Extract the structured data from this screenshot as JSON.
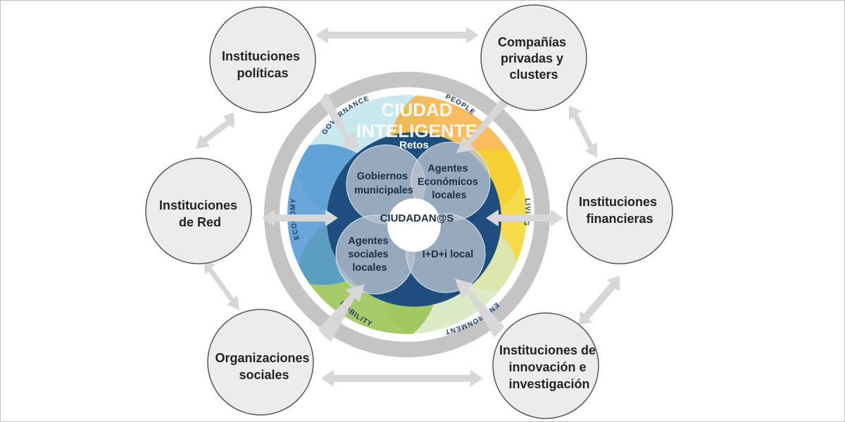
{
  "diagram": {
    "title_line1": "CIUDAD",
    "title_line2": "INTELIGENTE",
    "retos": "Retos",
    "center": "CIUDADAN@S",
    "inner": {
      "gobiernos": [
        "Gobiernos",
        "municipales"
      ],
      "economicos": [
        "Agentes",
        "Económicos",
        "locales"
      ],
      "sociales": [
        "Agentes",
        "sociales",
        "locales"
      ],
      "idi": [
        "I+D+i local"
      ]
    },
    "petals": {
      "governance": "GOVERNANCE",
      "people": "PEOPLE",
      "living": "LIVING",
      "environment": "ENVIRONMENT",
      "mobility": "MOBILITY",
      "economy": "ECONOMY"
    },
    "nodes": {
      "politicas": [
        "Instituciones",
        "políticas"
      ],
      "companias": [
        "Compañías",
        "privadas y",
        "clusters"
      ],
      "financieras": [
        "Instituciones",
        "financieras"
      ],
      "innovacion": [
        "Instituciones de",
        "innovación e",
        "investigación"
      ],
      "organizaciones": [
        "Organizaciones",
        "sociales"
      ],
      "red": [
        "Instituciones",
        "de Red"
      ]
    },
    "colors": {
      "governance": "#bfe3ec",
      "people": "#f7b040",
      "living": "#f3d32c",
      "environment": "#d6e6bd",
      "mobility": "#97c14e",
      "economy": "#4f97d2",
      "core": "#1d4e7d",
      "ring": "#c4c4c4",
      "arrow": "#d7d7d7",
      "node_fill": "#ececec",
      "node_stroke": "#555555"
    }
  }
}
